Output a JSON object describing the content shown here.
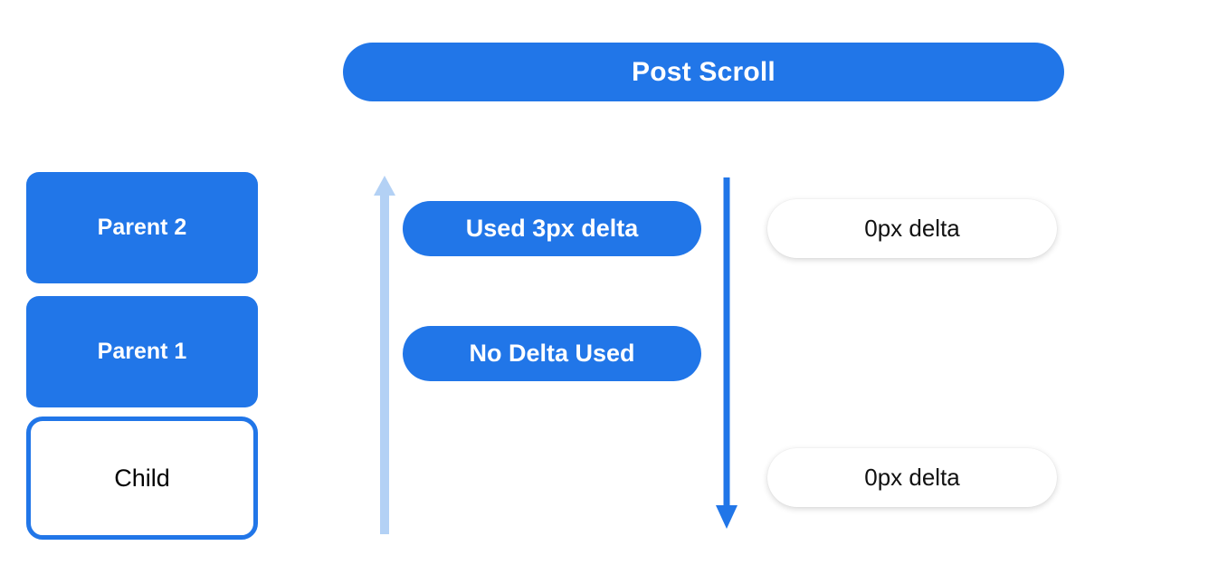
{
  "diagram": {
    "title": "Post Scroll",
    "banner": {
      "label": "Post Scroll",
      "color": "#2176e8",
      "text_color": "#ffffff"
    },
    "stack": {
      "name": "scroll-chain",
      "boxes": [
        {
          "label": "Parent 2",
          "style": "filled",
          "fill": "#2176e8",
          "text_color": "#ffffff"
        },
        {
          "label": "Parent 1",
          "style": "filled",
          "fill": "#2176e8",
          "text_color": "#ffffff"
        },
        {
          "label": "Child",
          "style": "outlined",
          "fill": "#ffffff",
          "border_color": "#2176e8",
          "text_color": "#000000"
        }
      ]
    },
    "arrows": [
      {
        "name": "scroll-up-arrow",
        "direction": "up",
        "color": "#b3d1f5"
      },
      {
        "name": "scroll-down-arrow",
        "direction": "down",
        "color": "#2176e8"
      }
    ],
    "annotations": {
      "middle": [
        {
          "label": "Used 3px delta",
          "style": "blue"
        },
        {
          "label": "No Delta Used",
          "style": "blue"
        }
      ],
      "right": [
        {
          "label": "0px delta",
          "style": "white"
        },
        {
          "label": "0px delta",
          "style": "white"
        }
      ]
    },
    "colors": {
      "brand_blue": "#2176e8",
      "light_blue": "#b3d1f5",
      "white": "#ffffff",
      "black": "#000000"
    }
  }
}
